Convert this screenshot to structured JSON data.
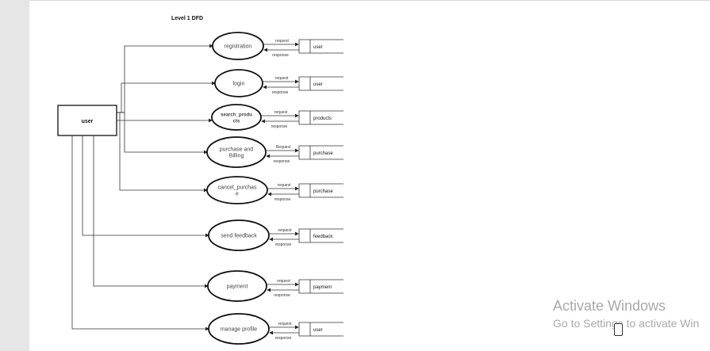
{
  "diagram": {
    "title": "Level 1 DFD",
    "entity": "user",
    "processes": [
      {
        "label": [
          "registration"
        ],
        "req": "request",
        "res": "response",
        "store": "user"
      },
      {
        "label": [
          "login"
        ],
        "req": "request",
        "res": "response",
        "store": "user"
      },
      {
        "label": [
          "search_produ",
          "cts"
        ],
        "req": "request",
        "res": "response",
        "store": "products"
      },
      {
        "label": [
          "purchase and",
          "Billing"
        ],
        "req": "Request",
        "res": "response",
        "store": "purchase"
      },
      {
        "label": [
          "cancel_purchas",
          "e"
        ],
        "req": "request",
        "res": "response",
        "store": "purchase"
      },
      {
        "label": [
          "send feedback"
        ],
        "req": "request",
        "res": "response",
        "store": "feedback"
      },
      {
        "label": [
          "payment"
        ],
        "req": "request",
        "res": "response",
        "store": "payment"
      },
      {
        "label": [
          "manage profile"
        ],
        "req": "request",
        "res": "response",
        "store": "user"
      }
    ]
  },
  "watermark": {
    "line1": "Activate Windows",
    "line2": "Go to Settings to activate Win"
  }
}
